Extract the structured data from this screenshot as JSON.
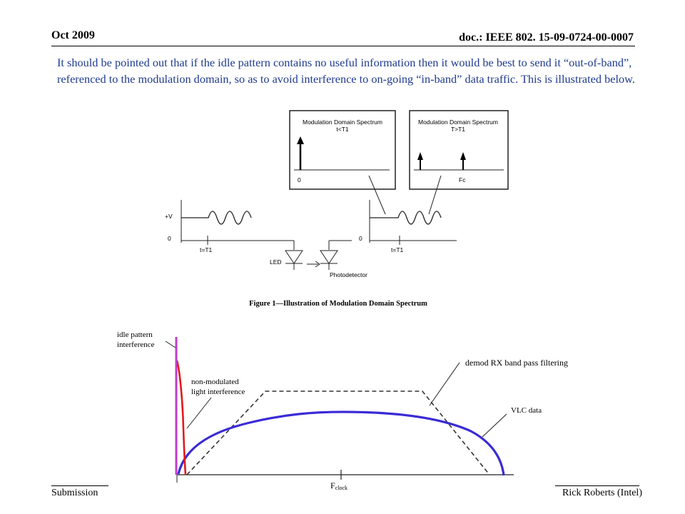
{
  "header": {
    "date": "Oct 2009",
    "doc_id": "doc.: IEEE 802. 15-09-0724-00-0007"
  },
  "body": {
    "paragraph": "It should be pointed out that if the idle pattern contains no useful information then it would be best to send it “out-of-band”, referenced to the modulation domain, so as to avoid interference to on-going “in-band” data traffic.  This is illustrated below."
  },
  "figure1": {
    "box1_title": "Modulation Domain Spectrum",
    "box1_sub": "t<T1",
    "box1_axis": "0",
    "box2_title": "Modulation Domain Spectrum",
    "box2_sub": "T>T1",
    "box2_fc": "Fc",
    "left_v": "+V",
    "left_zero": "0",
    "left_t": "t=T1",
    "right_zero": "0",
    "right_t": "t=T1",
    "led": "LED",
    "photodetector": "Photodetector",
    "caption": "Figure 1—Illustration of Modulation Domain Spectrum"
  },
  "figure2": {
    "idle_line1": "idle pattern",
    "idle_line2": "interference",
    "nonmod_line1": "non-modulated",
    "nonmod_line2": "light interference",
    "demod": "demod RX band pass filtering",
    "vlc": "VLC data",
    "fclock_main": "F",
    "fclock_sub": "clock"
  },
  "footer": {
    "left": "Submission",
    "right": "Rick Roberts (Intel)"
  },
  "colors": {
    "body_text": "#1f3b8f",
    "vlc_curve": "#3a2bd6",
    "nonmod_curve": "#e41a1a",
    "idle_spike": "#c03bd0"
  }
}
